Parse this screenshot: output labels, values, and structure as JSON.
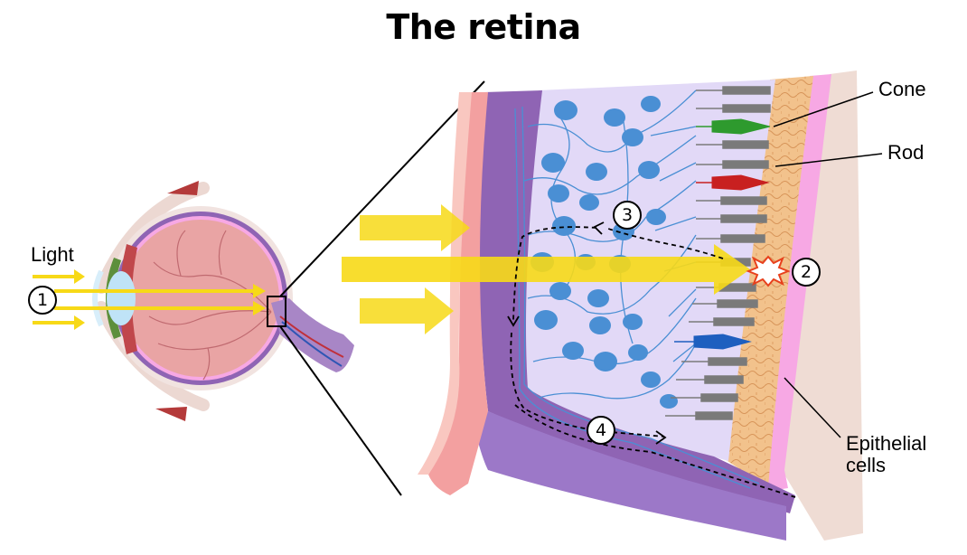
{
  "title": "The retina",
  "labels": {
    "light": "Light",
    "cone": "Cone",
    "rod": "Rod",
    "epithelial": [
      "Epithelial",
      "cells"
    ]
  },
  "steps": [
    "1",
    "2",
    "3",
    "4"
  ],
  "colors": {
    "light_arrow": "#f7d917",
    "ganglion_cells": "#4a8fd4",
    "cone_green": "#2e9a2e",
    "cone_red": "#c82020",
    "cone_blue": "#1e5fbf",
    "rod": "#7a7a7a",
    "epithelium": "#f2c28c",
    "choroid": "#f7a8e4",
    "sclera": "#efdcd4",
    "nerve_fiber_layer": "#8f64b4",
    "inner_retina_bg": "#e2d9f7",
    "eyeball": "#e9a4a4"
  }
}
